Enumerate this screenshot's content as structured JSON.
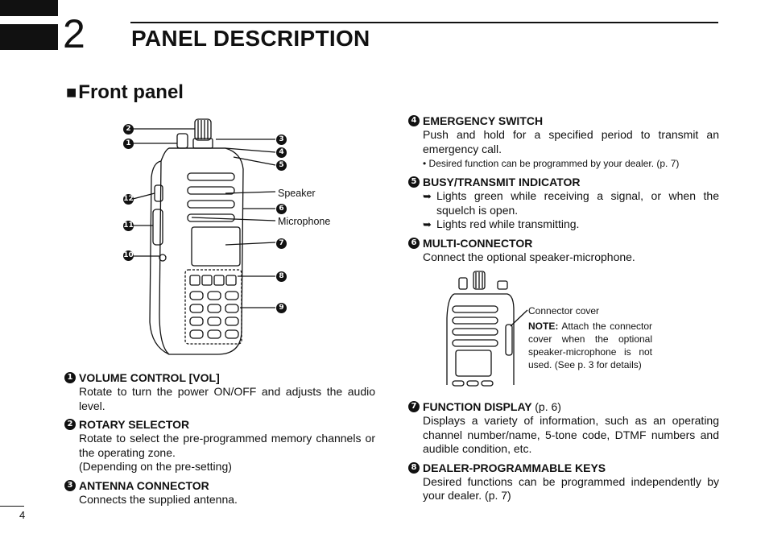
{
  "header": {
    "chapter_number": "2",
    "chapter_title": "PANEL DESCRIPTION",
    "section_marker": "■",
    "section_title": "Front panel"
  },
  "diagram": {
    "speaker_label": "Speaker",
    "microphone_label": "Microphone",
    "callouts": [
      "2",
      "1",
      "3",
      "4",
      "5",
      "12",
      "6",
      "11",
      "7",
      "10",
      "8",
      "9"
    ]
  },
  "items_left": [
    {
      "num": "1",
      "title": "VOLUME CONTROL [VOL]",
      "body": "Rotate to turn the power ON/OFF and adjusts the audio level."
    },
    {
      "num": "2",
      "title": "ROTARY SELECTOR",
      "body": "Rotate to select the pre-programmed memory channels or the operating zone.",
      "body2": "(Depending on the pre-setting)"
    },
    {
      "num": "3",
      "title": "ANTENNA CONNECTOR",
      "body": "Connects the supplied antenna."
    }
  ],
  "items_right_top": [
    {
      "num": "4",
      "title": "EMERGENCY SWITCH",
      "body": "Push and hold for a specified period to transmit an emergency call.",
      "note": "• Desired function can be programmed by your dealer. (p. 7)"
    },
    {
      "num": "5",
      "title": "BUSY/TRANSMIT INDICATOR",
      "arrow1": "Lights green while receiving a signal, or when the squelch is open.",
      "arrow2": "Lights red while transmitting."
    },
    {
      "num": "6",
      "title": "MULTI-CONNECTOR",
      "body": "Connect the optional speaker-microphone."
    }
  ],
  "inset": {
    "label": "Connector cover",
    "note_label": "NOTE:",
    "note_text": "Attach the connector cover when the optional speaker-microphone is not used. (See p. 3 for details)"
  },
  "items_right_bottom": [
    {
      "num": "7",
      "title": "FUNCTION DISPLAY",
      "ref": "(p. 6)",
      "body": "Displays a variety of information, such as an operating channel number/name, 5-tone code, DTMF numbers and audible condition, etc."
    },
    {
      "num": "8",
      "title": "DEALER-PROGRAMMABLE KEYS",
      "body": "Desired functions can be programmed independently by your dealer. (p. 7)"
    }
  ],
  "footer": {
    "page_number": "4"
  }
}
